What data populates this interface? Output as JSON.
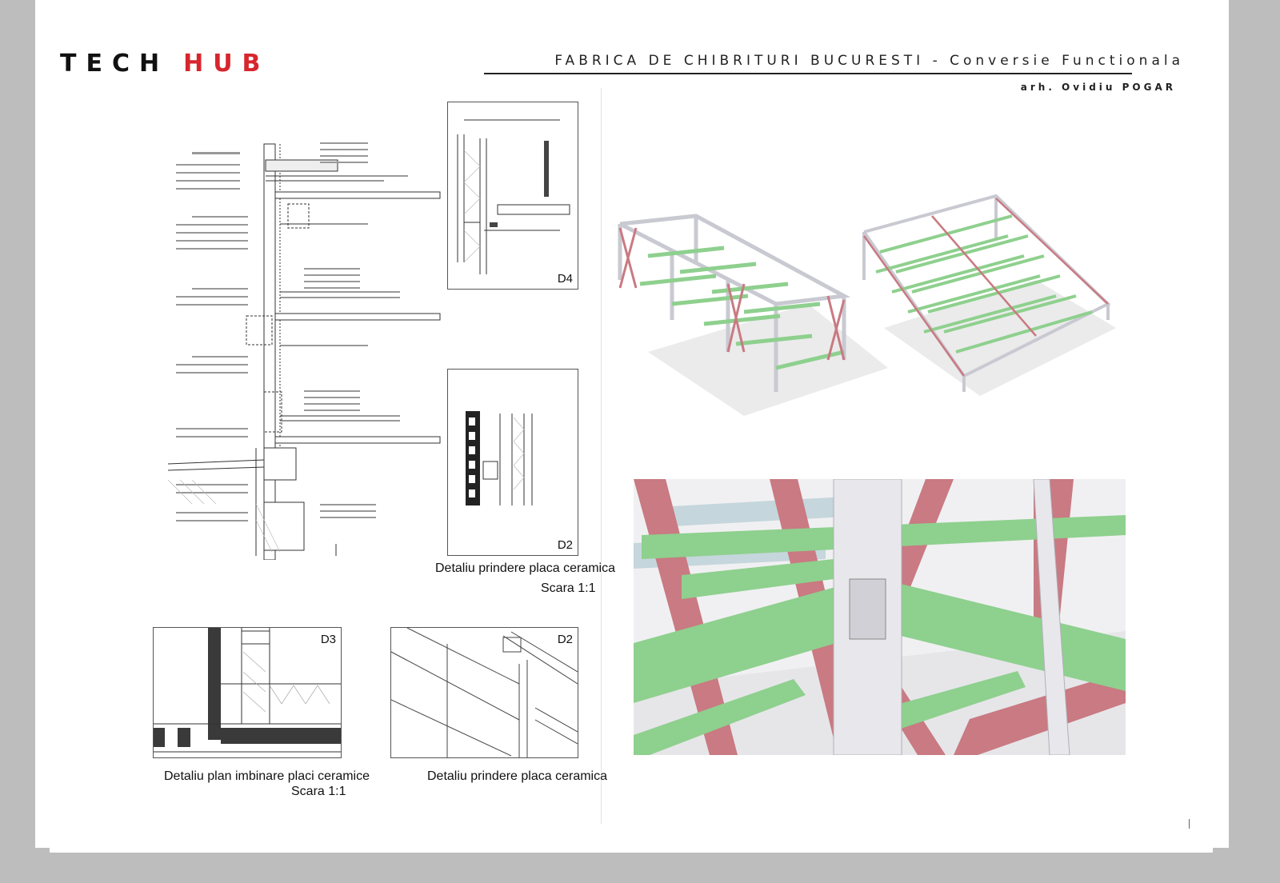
{
  "header": {
    "logo_word1": "TECH",
    "logo_word2": "HUB",
    "project_title": "FABRICA DE CHIBRITURI BUCURESTI - Conversie Functionala",
    "architect": "arh. Ovidiu POGAR"
  },
  "details": {
    "d4": {
      "tag": "D4"
    },
    "d2_top": {
      "tag": "D2",
      "caption": "Detaliu prindere placa ceramica",
      "scale": "Scara 1:1"
    },
    "d3": {
      "tag": "D3",
      "caption": "Detaliu plan imbinare placi ceramice",
      "scale": "Scara 1:1"
    },
    "d2_bottom": {
      "tag": "D2",
      "caption": "Detaliu prindere placa ceramica"
    }
  },
  "colors": {
    "brand_red": "#d7262d",
    "steel_green": "#8ed08e",
    "brace_red": "#c97a82",
    "column_white": "#e8e8ec"
  },
  "renders": {
    "left_frame": "steel-frame-render",
    "right_frame": "steel-frame-render",
    "closeup": "steel-connection-closeup"
  }
}
